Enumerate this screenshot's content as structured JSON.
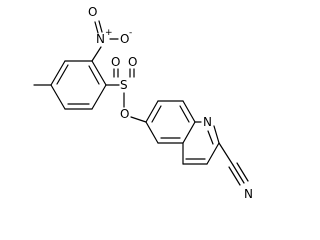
{
  "molecule": {
    "atoms": {
      "nitro_o_top": "O",
      "nitro_n": "N",
      "nitro_charge": "+",
      "nitro_o_side": "O",
      "nitro_o_side_charge": "-",
      "sulfonyl_s": "S",
      "sulfonyl_o_left": "O",
      "sulfonyl_o_right": "O",
      "ester_o": "O",
      "ring_n": "N",
      "nitrile_n": "N"
    }
  }
}
